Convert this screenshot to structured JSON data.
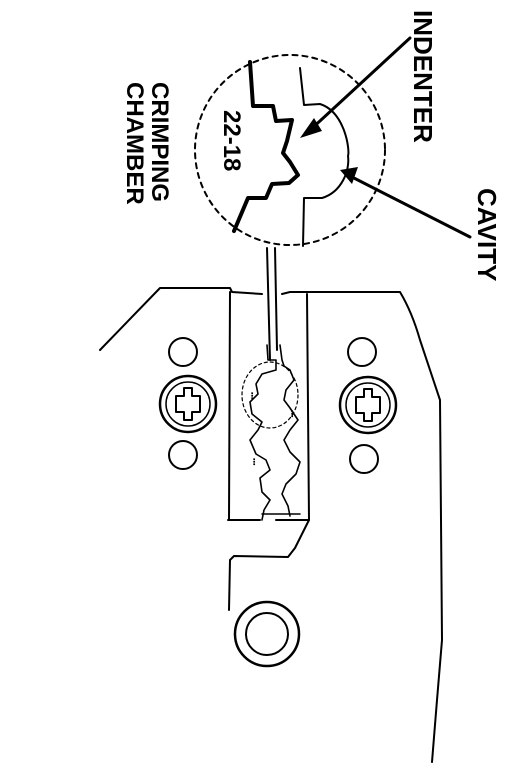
{
  "labels": {
    "indenter": "INDENTER",
    "cavity": "CAVITY",
    "chamber_line1": "CRIMPING",
    "chamber_line2": "CHAMBER",
    "size": "22-18"
  },
  "colors": {
    "ink": "#000000",
    "background": "#ffffff"
  }
}
